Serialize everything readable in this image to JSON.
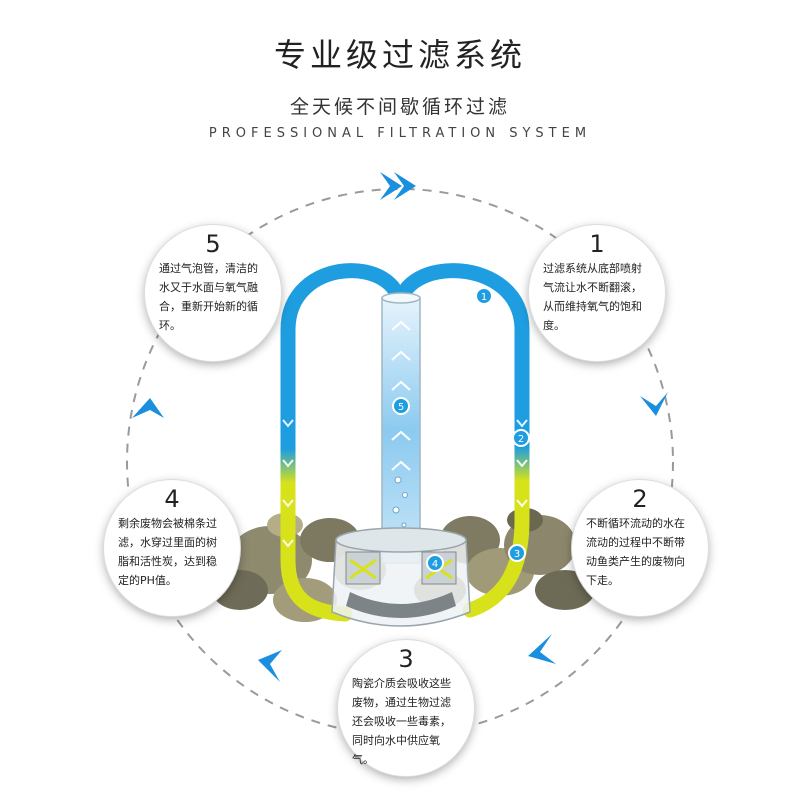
{
  "header": {
    "title": "专业级过滤系统",
    "subtitle": "全天候不间歇循环过滤",
    "subtitle_en": "PROFESSIONAL   FILTRATION  SYSTEM"
  },
  "steps": [
    {
      "num": "1",
      "text": "过滤系统从底部喷射气流让水不断翻滚，从而维持氧气的饱和度。"
    },
    {
      "num": "2",
      "text": "不断循环流动的水在流动的过程中不断带动鱼类产生的废物向下走。"
    },
    {
      "num": "3",
      "text": "陶瓷介质会吸收这些废物，通过生物过滤还会吸收一些毒素，同时向水中供应氧气。"
    },
    {
      "num": "4",
      "text": "剩余废物会被棉条过滤，水穿过里面的树脂和活性炭，达到稳定的PH值。"
    },
    {
      "num": "5",
      "text": "通过气泡管，清洁的水又于水面与氧气融合，重新开始新的循环。"
    }
  ],
  "markers": [
    "1",
    "2",
    "3",
    "4",
    "5"
  ],
  "colors": {
    "blue": "#1e9ee0",
    "yellow": "#d8e21a",
    "arrow": "#1a8fe0",
    "dash": "#9a9a9a"
  }
}
